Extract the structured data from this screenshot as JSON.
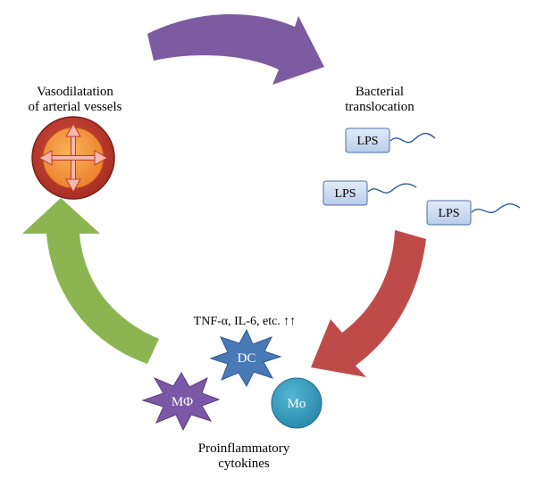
{
  "labels": {
    "vasodilatation_line1": "Vasodilatation",
    "vasodilatation_line2": "of arterial vessels",
    "bacterial_line1": "Bacterial",
    "bacterial_line2": "translocation",
    "lps": [
      "LPS",
      "LPS",
      "LPS"
    ],
    "cytokine_levels": "TNF-α, IL-6, etc. ↑↑",
    "dc": "DC",
    "macrophage": "MΦ",
    "monocyte": "Mo",
    "proinflammatory_line1": "Proinflammatory",
    "proinflammatory_line2": "cytokines"
  },
  "colors": {
    "purple_arrow": "#7d5ba1",
    "red_arrow": "#bf4b48",
    "green_arrow": "#8cb552",
    "vessel_outer": "#c0392b",
    "vessel_inner": "#f08c3a",
    "vessel_arrows": "#f7b7ad",
    "lps_box": "#c5d9f1",
    "lps_border": "#4f6fa8",
    "dc": "#4a79b8",
    "macrophage": "#7b58a6",
    "monocyte": "#3a9fc0"
  }
}
